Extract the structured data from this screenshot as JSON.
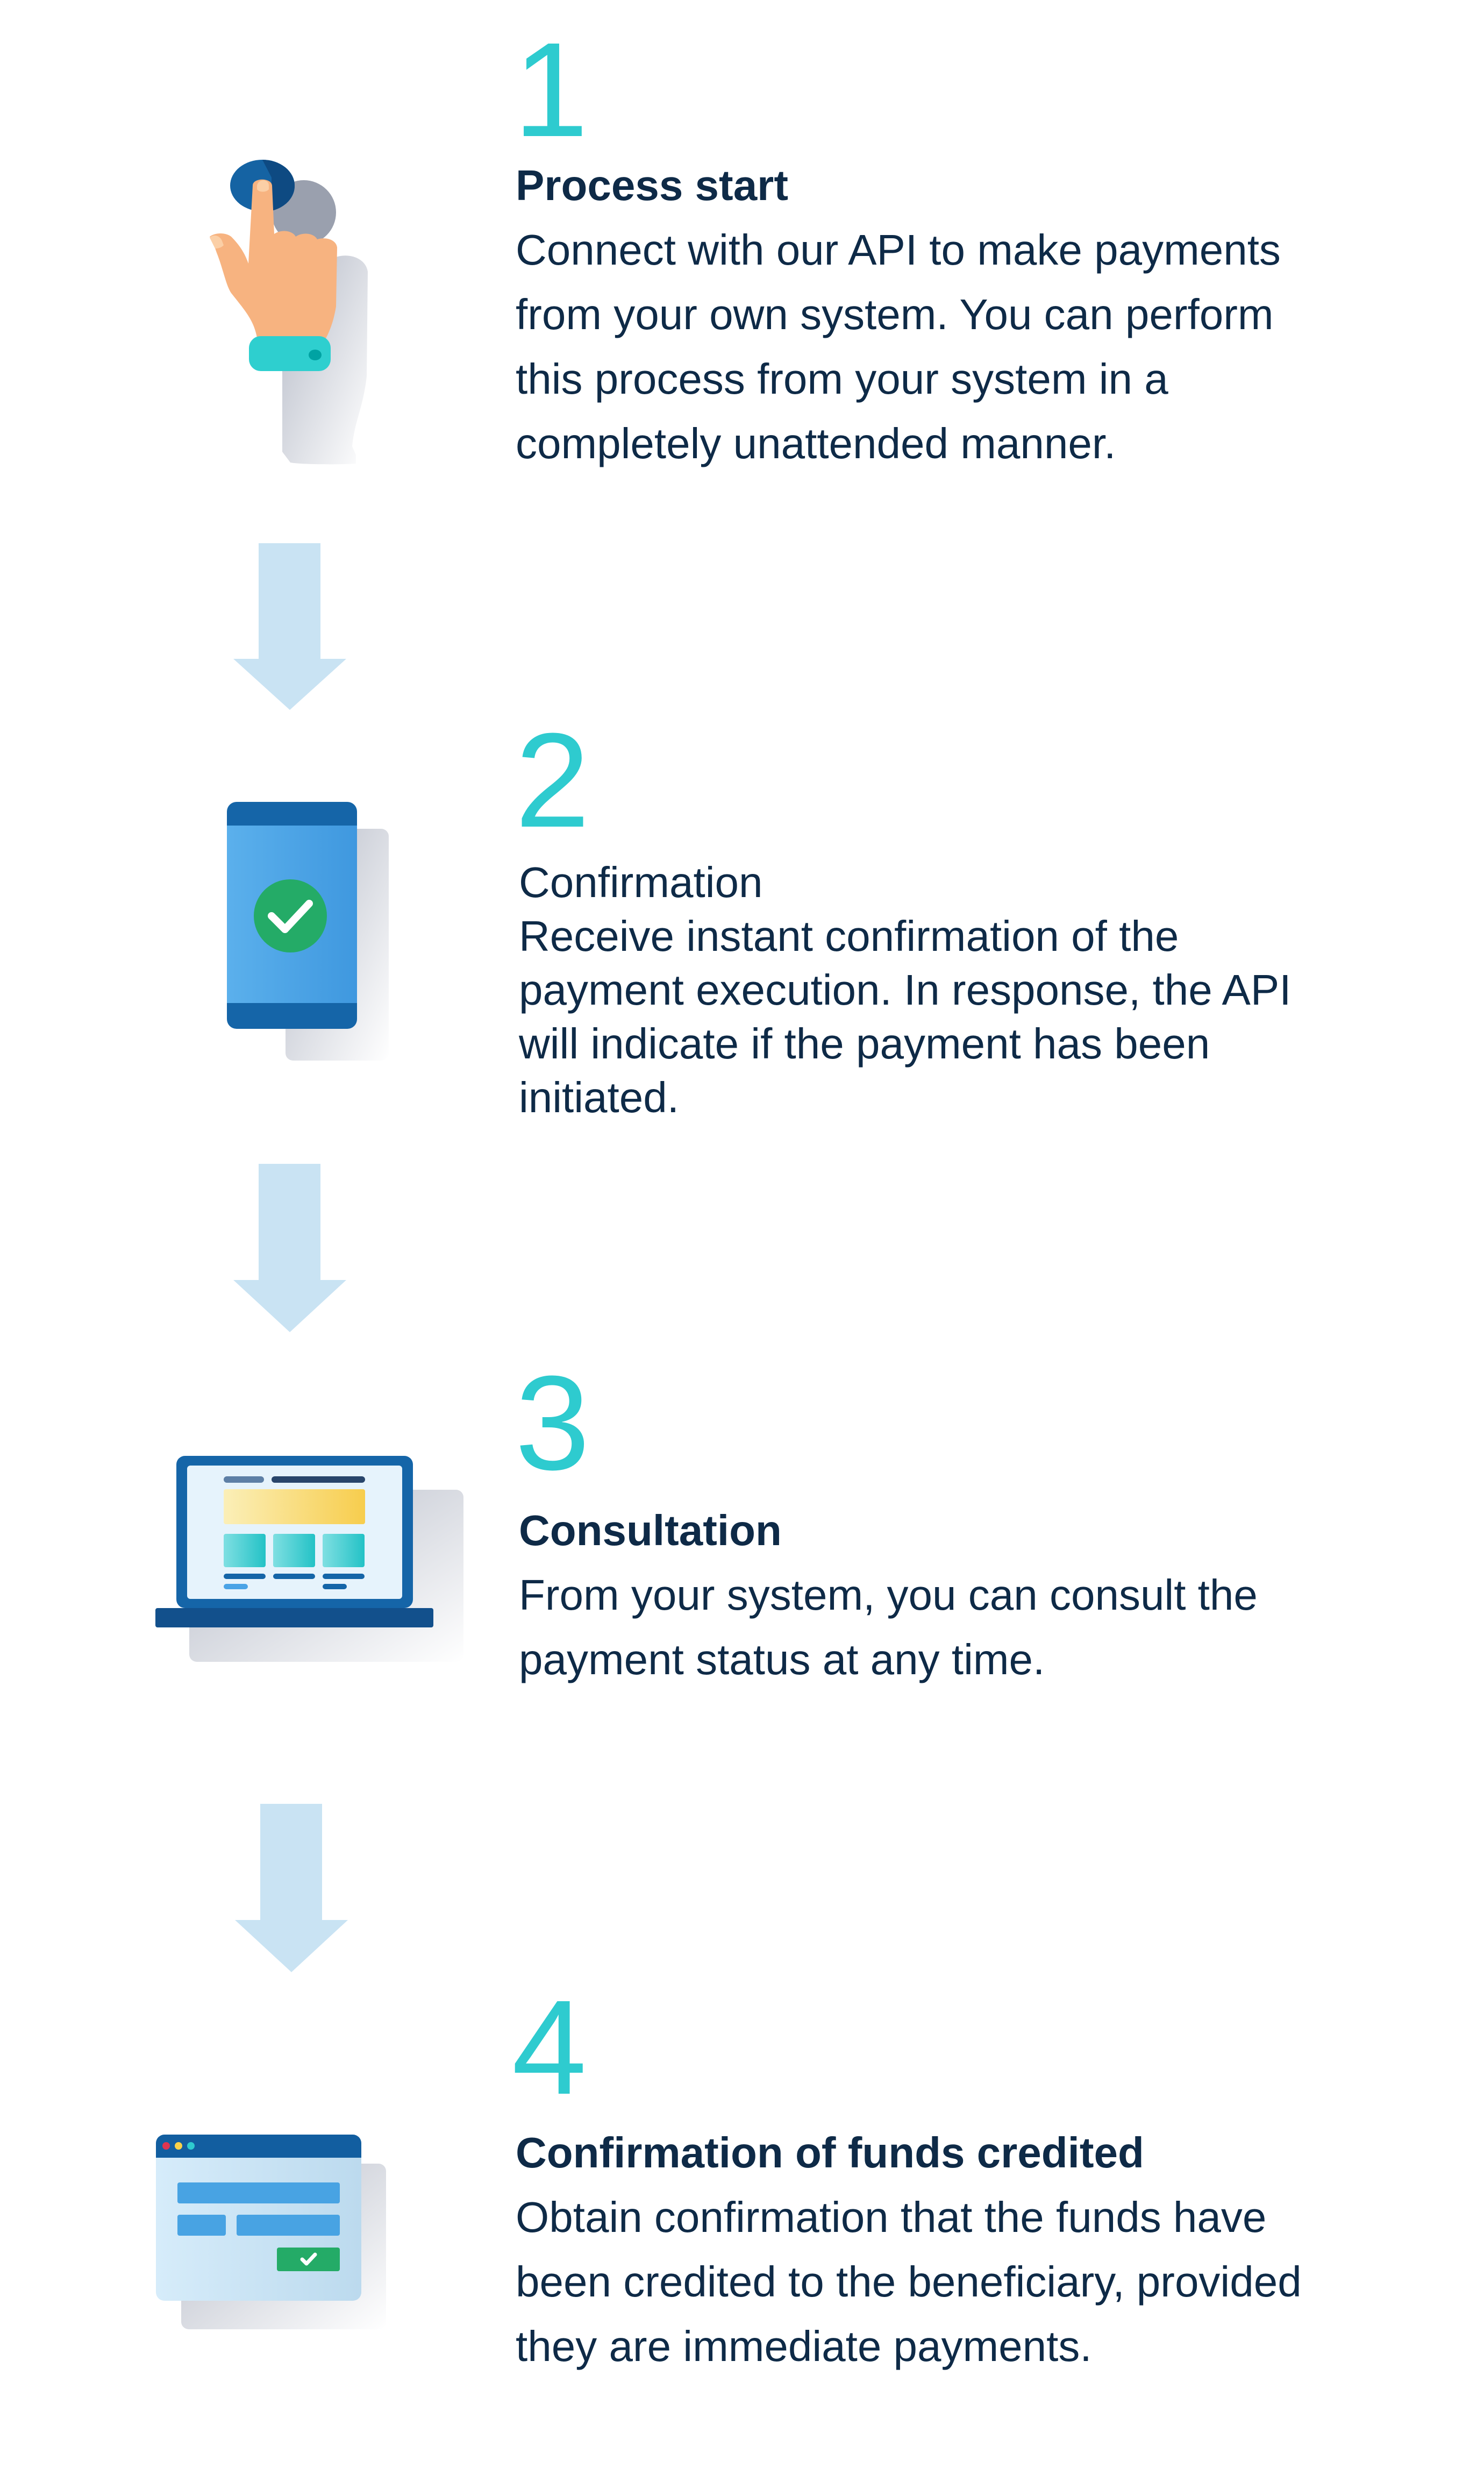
{
  "steps": [
    {
      "number": "1",
      "title": "Process start",
      "title_bold": true,
      "icon": "hand-tap-icon",
      "lines": [
        "Connect with our API to make payments",
        "from your own system. You can perform",
        "this process from your system in a",
        "completely unattended manner."
      ]
    },
    {
      "number": "2",
      "title": "Confirmation",
      "title_bold": false,
      "icon": "phone-check-icon",
      "lines": [
        "Receive instant confirmation of the",
        "payment execution. In response, the API",
        "will indicate if the payment has been",
        "initiated."
      ]
    },
    {
      "number": "3",
      "title": "Consultation",
      "title_bold": true,
      "icon": "laptop-dashboard-icon",
      "lines": [
        "From your system, you can consult the",
        "payment status at any time."
      ]
    },
    {
      "number": "4",
      "title": "Confirmation of funds credited",
      "title_bold": true,
      "icon": "browser-form-check-icon",
      "lines": [
        "Obtain confirmation that the funds have",
        "been credited to the beneficiary, provided",
        "they are immediate payments."
      ]
    }
  ],
  "colors": {
    "accent": "#2ecbcf",
    "text": "#0e2a47",
    "arrow": "#c9e3f3",
    "blue": "#1565a8",
    "green": "#24ab67"
  }
}
